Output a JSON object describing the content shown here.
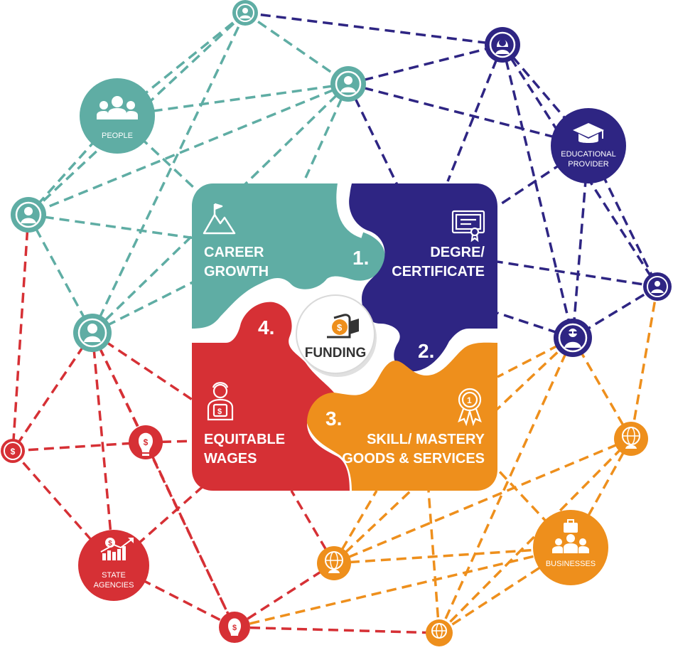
{
  "colors": {
    "teal": "#5fada4",
    "navy": "#2e2583",
    "red": "#d63035",
    "orange": "#ee8f1c"
  },
  "nodes": {
    "people": "PEOPLE",
    "educational_provider": [
      "EDUCATIONAL",
      "PROVIDER"
    ],
    "state_agencies": [
      "STATE",
      "AGENCIES"
    ],
    "businesses": "BUSINESSES"
  },
  "puzzle": {
    "center": "FUNDING",
    "pieces": [
      {
        "number": "1.",
        "label": [
          "CAREER",
          "GROWTH"
        ],
        "icon": "mountain-flag-icon"
      },
      {
        "number": "2.",
        "label": [
          "DEGRE/",
          "CERTIFICATE"
        ],
        "icon": "certificate-icon"
      },
      {
        "number": "3.",
        "label": [
          "SKILL/ MASTERY",
          "GOODS & SERVICES"
        ],
        "icon": "award-ribbon-icon"
      },
      {
        "number": "4.",
        "label": [
          "EQUITABLE",
          "WAGES"
        ],
        "icon": "worker-money-icon"
      }
    ]
  }
}
